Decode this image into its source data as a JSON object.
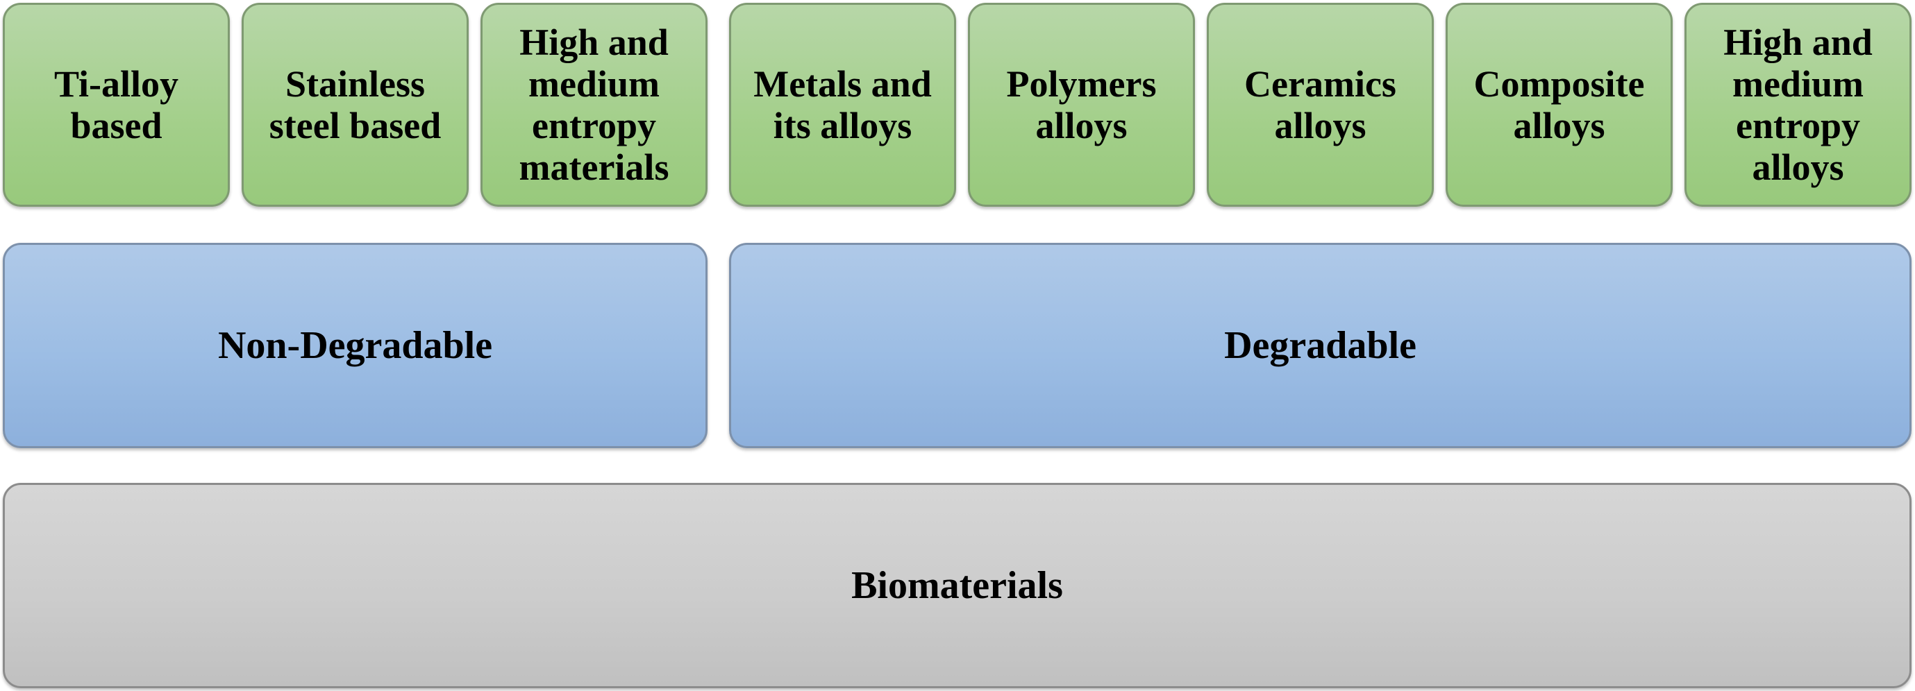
{
  "diagram": {
    "leaves": [
      {
        "label": "Ti-alloy\nbased"
      },
      {
        "label": "Stainless\nsteel based"
      },
      {
        "label": "High and\nmedium\nentropy\nmaterials"
      },
      {
        "label": "Metals and\nits alloys"
      },
      {
        "label": "Polymers\nalloys"
      },
      {
        "label": "Ceramics\nalloys"
      },
      {
        "label": "Composite\nalloys"
      },
      {
        "label": "High and\nmedium\nentropy\nalloys"
      }
    ],
    "categories": [
      {
        "label": "Non-Degradable"
      },
      {
        "label": "Degradable"
      }
    ],
    "base": {
      "label": "Biomaterials"
    },
    "colors": {
      "leaf": "#a3cf8a",
      "category": "#9cbde4",
      "base": "#cbcbcb"
    }
  }
}
